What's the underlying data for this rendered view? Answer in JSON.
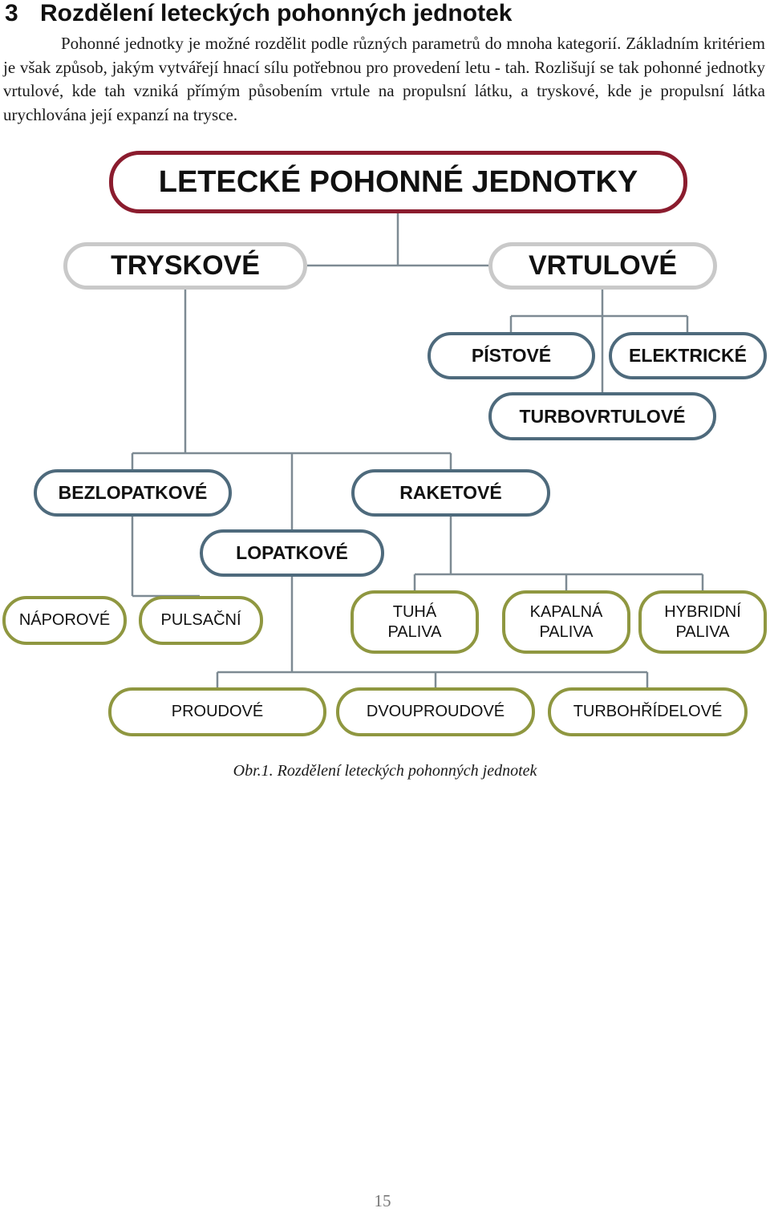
{
  "section": {
    "number": "3",
    "title": "Rozdělení leteckých pohonných jednotek"
  },
  "paragraph": "Pohonné jednotky je možné rozdělit podle různých parametrů do mnoha kategorií. Základním kritériem je však způsob, jakým vytvářejí hnací sílu potřebnou pro provedení letu - tah. Rozlišují se tak pohonné jednotky vrtulové, kde tah vzniká přímým působením vrtule na propulsní látku, a tryskové, kde je propulsní látka urychlována její expanzí na trysce.",
  "diagram": {
    "root": "LETECKÉ POHONNÉ JEDNOTKY",
    "tryskove": "TRYSKOVÉ",
    "vrtulove": "VRTULOVÉ",
    "pistove": "PÍSTOVÉ",
    "elektricke": "ELEKTRICKÉ",
    "turbovrtulove": "TURBOVRTULOVÉ",
    "bezlopatkove": "BEZLOPATKOVÉ",
    "raketove": "RAKETOVÉ",
    "lopatkove": "LOPATKOVÉ",
    "naporove": "NÁPOROVÉ",
    "pulsacni": "PULSAČNÍ",
    "tuha_paliva": "TUHÁ\nPALIVA",
    "kapalna_paliva": "KAPALNÁ\nPALIVA",
    "hybridni_paliva": "HYBRIDNÍ\nPALIVA",
    "proudove": "PROUDOVÉ",
    "dvouproudove": "DVOUPROUDOVÉ",
    "turbohridelove": "TURBOHŘÍDELOVÉ",
    "colors": {
      "root_border": "#8b1c2e",
      "level1_border": "#c9c9c9",
      "level2_border": "#4e6a7c",
      "leaf_border": "#8f9740",
      "connector": "#7d8a93"
    }
  },
  "caption": "Obr.1.  Rozdělení leteckých pohonných jednotek",
  "page_number": "15"
}
